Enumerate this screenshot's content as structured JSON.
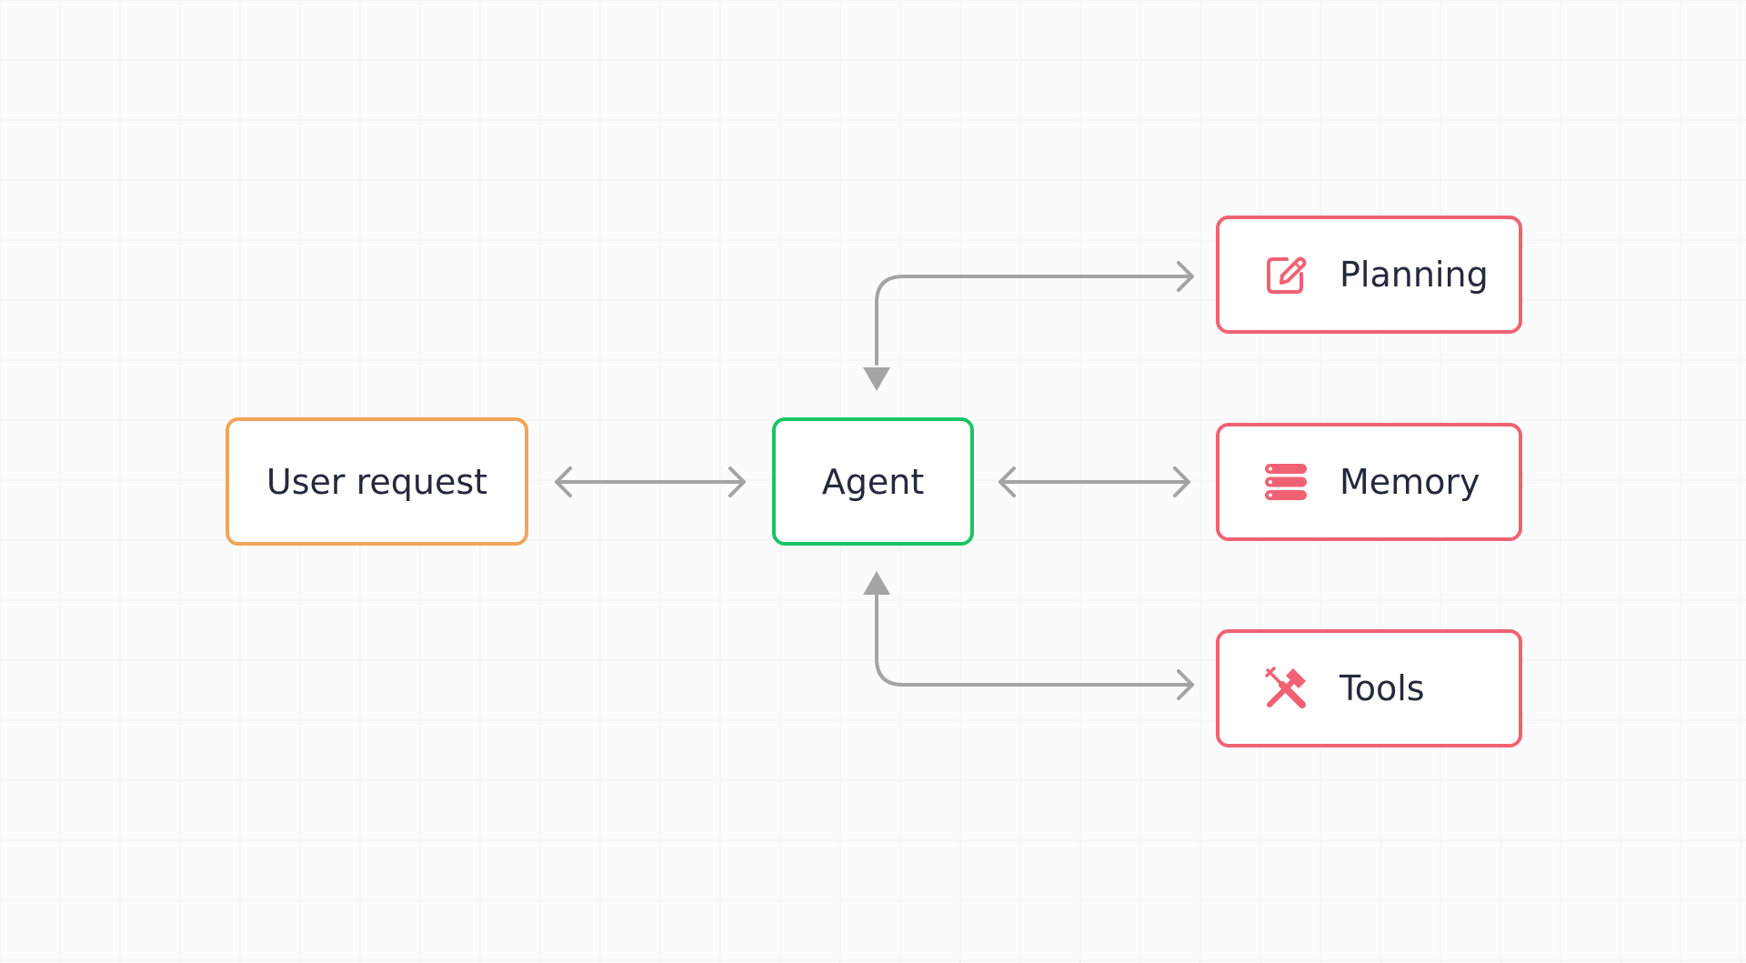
{
  "diagram": {
    "nodes": {
      "user_request": {
        "label": "User request"
      },
      "agent": {
        "label": "Agent"
      },
      "planning": {
        "label": "Planning",
        "icon": "edit-icon"
      },
      "memory": {
        "label": "Memory",
        "icon": "database-icon"
      },
      "tools": {
        "label": "Tools",
        "icon": "tools-icon"
      }
    },
    "edges": [
      {
        "from": "user_request",
        "to": "agent",
        "direction": "bidirectional"
      },
      {
        "from": "agent",
        "to": "planning",
        "direction": "bidirectional"
      },
      {
        "from": "agent",
        "to": "memory",
        "direction": "bidirectional"
      },
      {
        "from": "agent",
        "to": "tools",
        "direction": "bidirectional"
      }
    ]
  },
  "colors": {
    "user_border": "#f2a55a",
    "agent_border": "#19c463",
    "component_border": "#f06273",
    "icon": "#f06273",
    "connector": "#a4a4a4",
    "text": "#242a3b",
    "background": "#fbfbfb"
  }
}
